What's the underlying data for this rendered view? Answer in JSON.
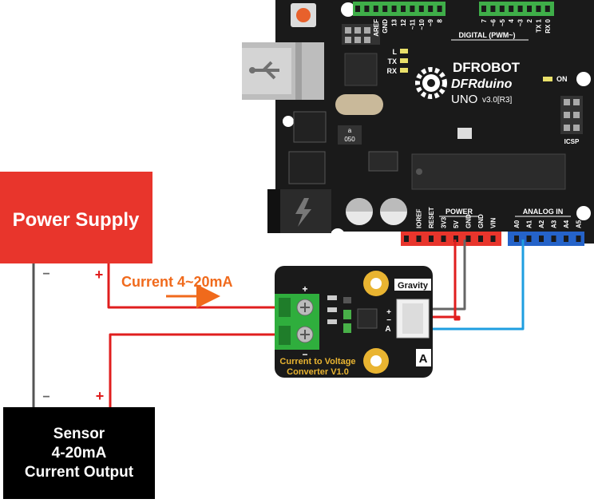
{
  "power_supply": {
    "label": "Power Supply",
    "minus": "−",
    "plus": "+"
  },
  "sensor": {
    "line1": "Sensor",
    "line2": "4-20mA",
    "line3": "Current Output",
    "minus": "−",
    "plus": "+"
  },
  "current_label": "Current  4~20mA",
  "converter": {
    "brand": "Gravity",
    "title_line1": "Current to Voltage",
    "title_line2": "Converter V1.0",
    "type_letter": "A",
    "pin_plus": "+",
    "pin_minus": "−",
    "pin_a": "A",
    "term_plus": "+",
    "term_minus": "−",
    "chip_label": "",
    "connector_pins": [
      "+",
      "−",
      "A"
    ]
  },
  "arduino": {
    "brand_line1": "DFROBOT",
    "brand_line2": "DFRduino",
    "model": "UNO",
    "version": "v3.0[R3]",
    "on_label": "ON",
    "icsp_label": "ICSP",
    "digital_label": "DIGITAL (PWM~)",
    "power_label": "POWER",
    "analog_label": "ANALOG IN",
    "crystal_label": "050",
    "crystal_letter": "a",
    "led_labels": [
      "L",
      "TX",
      "RX"
    ],
    "top_pins": [
      "AREF",
      "GND",
      "13",
      "12",
      "~11",
      "~10",
      "~9",
      "8",
      "7",
      "~6",
      "~5",
      "4",
      "~3",
      "2",
      "TX 1",
      "RX 0"
    ],
    "power_pins": [
      "IOREF",
      "RESET",
      "3V3",
      "5V",
      "GND",
      "GND",
      "VIN"
    ],
    "analog_pins": [
      "A0",
      "A1",
      "A2",
      "A3",
      "A4",
      "A5"
    ]
  },
  "colors": {
    "power_supply": "#e8352c",
    "sensor": "#000000",
    "red_wire": "#e01e1e",
    "black_wire": "#555555",
    "blue_wire": "#1e9ee0",
    "current_text": "#f06a1c",
    "pcb": "#1a1a1a",
    "pin_green": "#3fae49",
    "pin_red": "#e8352c",
    "pin_blue": "#2563c9",
    "terminal": "#2fae3d",
    "gold": "#e9b431"
  }
}
